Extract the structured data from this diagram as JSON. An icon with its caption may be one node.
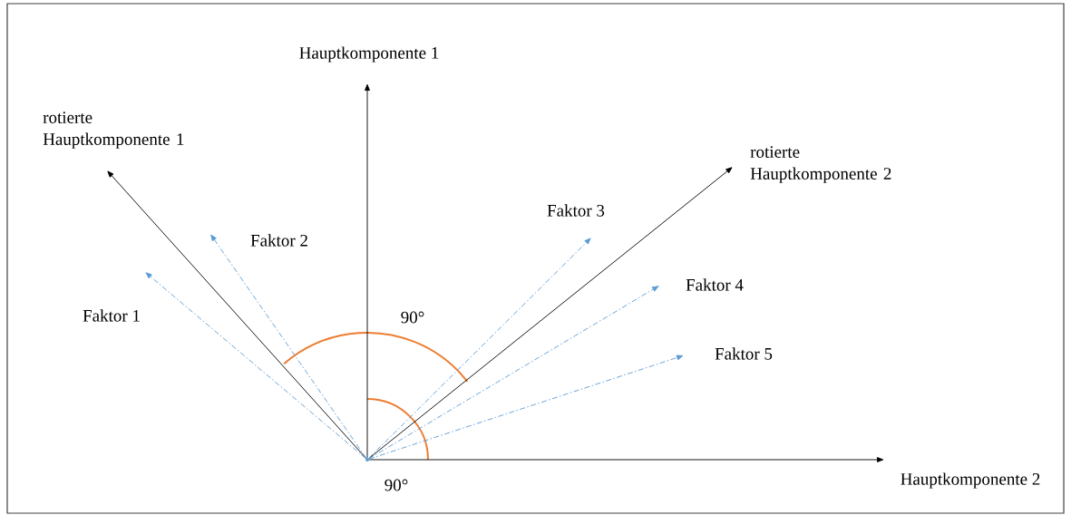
{
  "diagram": {
    "nodes": [
      {
        "text": [
          "Hauptkomponente 1"
        ]
      },
      {
        "text": [
          "rotierte Hauptkomponente 1"
        ]
      },
      {
        "text": [
          "rotierte Hauptkomponente 2"
        ]
      },
      {
        "text": [
          "Faktor 3"
        ]
      },
      {
        "text": [
          "Faktor 2"
        ]
      },
      {
        "text": [
          "Faktor 4"
        ]
      },
      {
        "text": [
          "Faktor 1"
        ]
      },
      {
        "text": [
          "Faktor 5"
        ]
      },
      {
        "text": [
          "Hauptkomponente 2"
        ]
      },
      {
        "text": [],
        "shape": "point"
      }
    ],
    "edges": [
      {
        "from": 9,
        "to": 0,
        "arrow": "to",
        "color": "#000000"
      },
      {
        "from": 9,
        "to": 8,
        "arrow": "to",
        "color": "#000000"
      },
      {
        "from": 9,
        "to": 1,
        "arrow": "to",
        "color": "#000000"
      },
      {
        "from": 9,
        "to": 2,
        "arrow": "to",
        "color": "#000000"
      },
      {
        "from": 9,
        "to": 6,
        "arrow": "to",
        "style": "dashed",
        "color": "#5b9bd5"
      },
      {
        "from": 9,
        "to": 4,
        "arrow": "to",
        "style": "dashed",
        "color": "#5b9bd5"
      },
      {
        "from": 9,
        "to": 3,
        "arrow": "to",
        "style": "dashed",
        "color": "#5b9bd5"
      },
      {
        "from": 9,
        "to": 5,
        "arrow": "to",
        "style": "dashed",
        "color": "#5b9bd5"
      },
      {
        "from": 9,
        "to": 7,
        "arrow": "to",
        "style": "dashed",
        "color": "#5b9bd5"
      }
    ],
    "labels": [
      "90°",
      "90°"
    ]
  }
}
